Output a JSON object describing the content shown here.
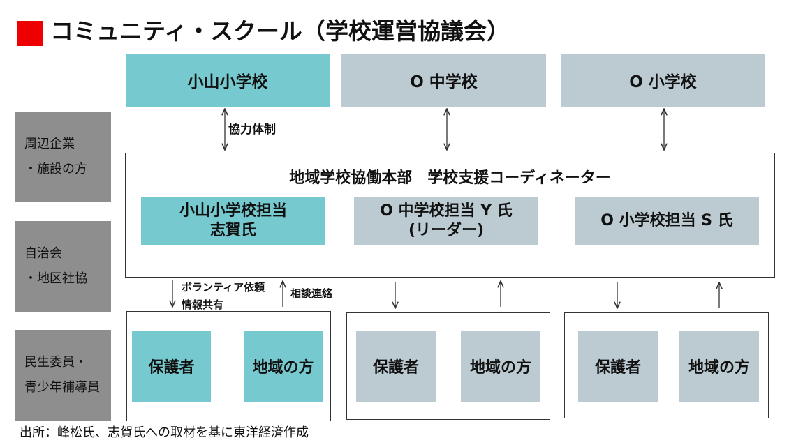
{
  "title": "コミュニティ・スクール（学校運営協議会）",
  "schools": [
    "小山小学校",
    "O 中学校",
    "O 小学校"
  ],
  "side_labels": [
    {
      "line1": "周辺企業",
      "line2": "・施設の方"
    },
    {
      "line1": "自治会",
      "line2": "・地区社協"
    },
    {
      "line1": "民生委員・",
      "line2": "青少年補導員"
    }
  ],
  "coordination_label": "協力体制",
  "headquarters": {
    "title": "地域学校協働本部　学校支援コーディネーター",
    "coordinators": [
      {
        "line1": "小山小学校担当",
        "line2": "志賀氏"
      },
      {
        "line1": "O 中学校担当 Y 氏",
        "line2": "(リーダー)"
      },
      {
        "line1": "O 小学校担当 S 氏",
        "line2": ""
      }
    ]
  },
  "flow_labels": {
    "down_line1": "ボランティア依頼",
    "down_line2": "情報共有",
    "up": "相談連絡"
  },
  "groups": [
    {
      "members": [
        "保護者",
        "地域の方"
      ]
    },
    {
      "members": [
        "保護者",
        "地域の方"
      ]
    },
    {
      "members": [
        "保護者",
        "地域の方"
      ]
    }
  ],
  "source": "出所：峰松氏、志賀氏への取材を基に東洋経済作成",
  "colors": {
    "accent": "#ee0000",
    "teal": "#76c9cf",
    "gray": "#bccbd2",
    "dark_gray": "#8e8e8e"
  }
}
